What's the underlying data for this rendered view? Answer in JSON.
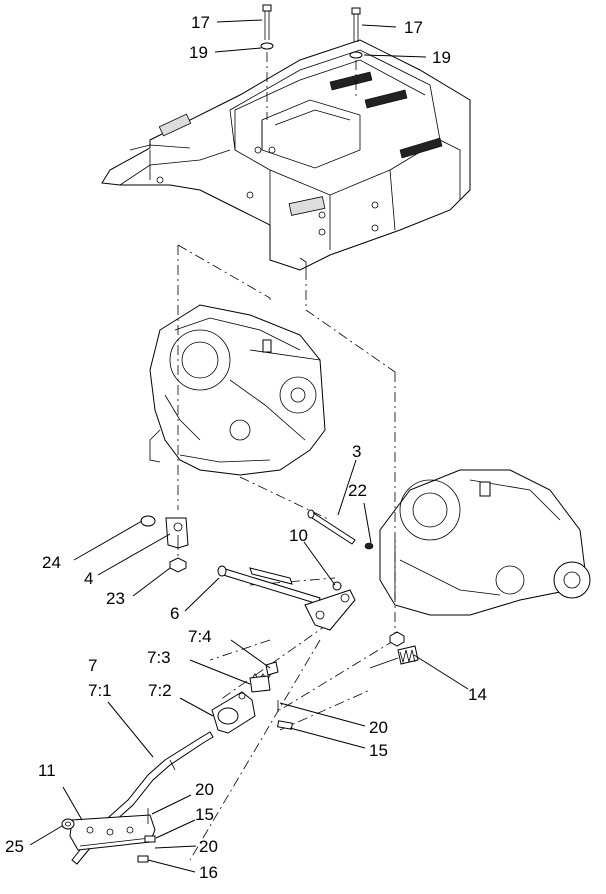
{
  "diagram": {
    "callouts": [
      {
        "id": "c17a",
        "label": "17"
      },
      {
        "id": "c17b",
        "label": "17"
      },
      {
        "id": "c19a",
        "label": "19"
      },
      {
        "id": "c19b",
        "label": "19"
      },
      {
        "id": "c3",
        "label": "3"
      },
      {
        "id": "c22",
        "label": "22"
      },
      {
        "id": "c10",
        "label": "10"
      },
      {
        "id": "c24",
        "label": "24"
      },
      {
        "id": "c4",
        "label": "4"
      },
      {
        "id": "c23",
        "label": "23"
      },
      {
        "id": "c6",
        "label": "6"
      },
      {
        "id": "c7_4",
        "label": "7:4"
      },
      {
        "id": "c7_3",
        "label": "7:3"
      },
      {
        "id": "c7",
        "label": "7"
      },
      {
        "id": "c7_1",
        "label": "7:1"
      },
      {
        "id": "c7_2",
        "label": "7:2"
      },
      {
        "id": "c14",
        "label": "14"
      },
      {
        "id": "c20a",
        "label": "20"
      },
      {
        "id": "c15a",
        "label": "15"
      },
      {
        "id": "c11",
        "label": "11"
      },
      {
        "id": "c20b",
        "label": "20"
      },
      {
        "id": "c15b",
        "label": "15"
      },
      {
        "id": "c20c",
        "label": "20"
      },
      {
        "id": "c25",
        "label": "25"
      },
      {
        "id": "c16",
        "label": "16"
      }
    ]
  }
}
